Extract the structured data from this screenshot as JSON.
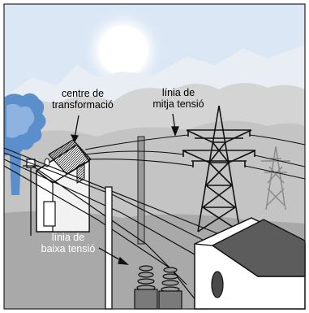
{
  "labels": {
    "transformer_station": [
      "centre de",
      "transformació"
    ],
    "medium_voltage_line": [
      "línia de",
      "mitja tensió"
    ],
    "low_voltage_line": [
      "línia de",
      "baixa tensió"
    ]
  },
  "colors": {
    "sky": "#dbe7f5",
    "hills": "#d2d2d2",
    "ground": "#a9a9a9",
    "smoke": "#5b8fcc",
    "sun": "#ffffff",
    "outline": "#111111"
  }
}
